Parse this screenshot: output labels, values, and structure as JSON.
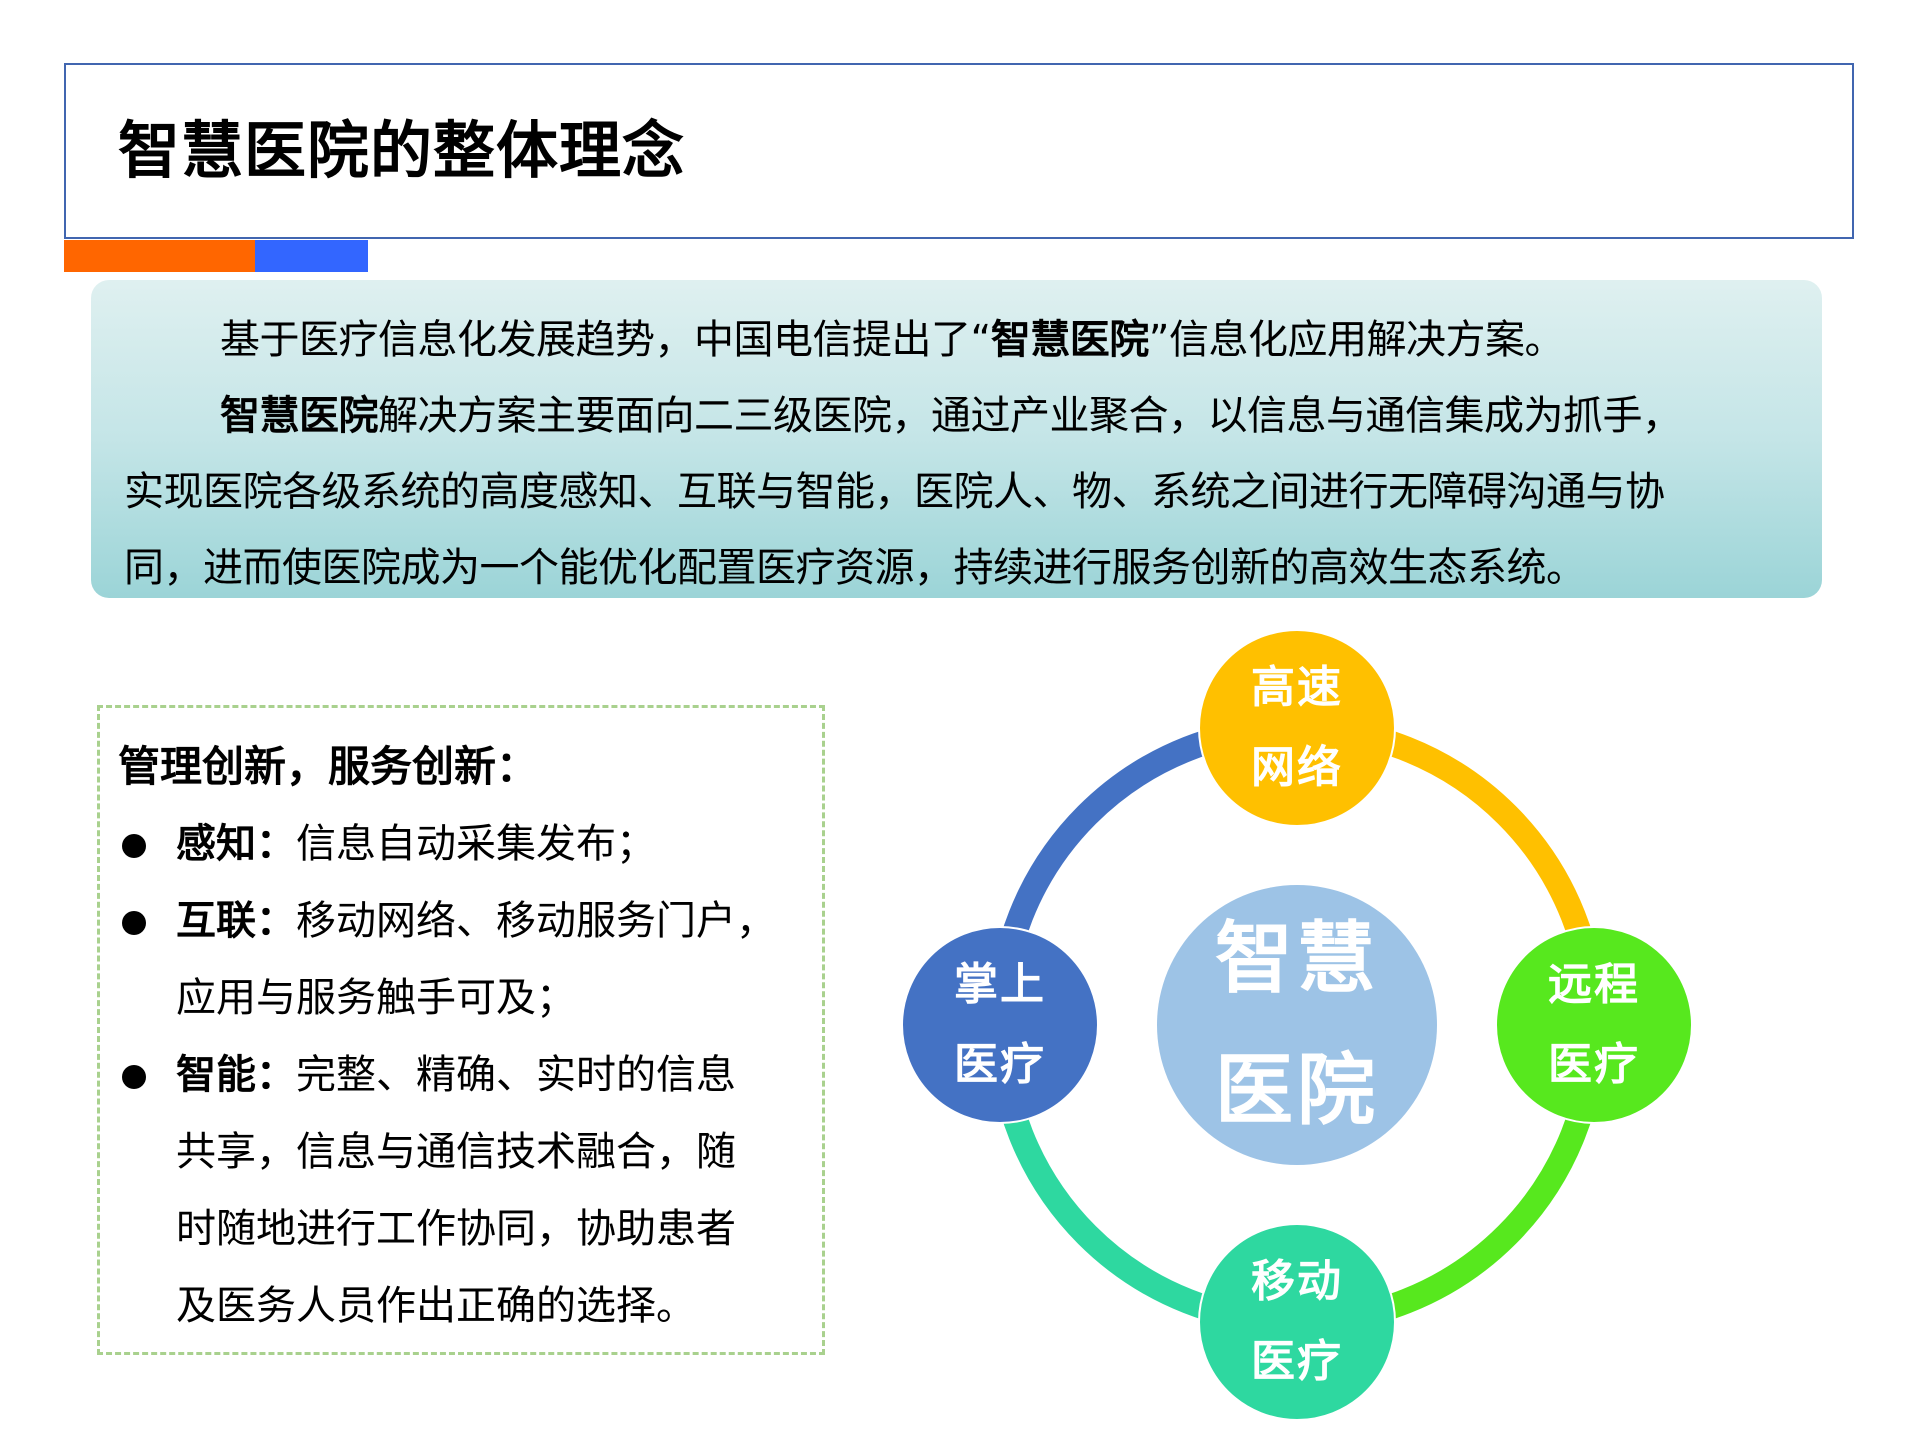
{
  "header": {
    "title": "智慧医院的整体理念",
    "accent_colors": {
      "orange": "#FF6600",
      "blue": "#3366FF",
      "border": "#4166B0"
    }
  },
  "intro": {
    "line1": {
      "before": "基于医疗信息化发展趋势，中国电信提出了“",
      "bold": "智慧医院",
      "after": "”信息化应用解决方案。"
    },
    "line2": {
      "bold": "智慧医院",
      "after": "解决方案主要面向二三级医院，通过产业聚合，以信息与通信集成为抓手，"
    },
    "line3": "实现医院各级系统的高度感知、互联与智能，医院人、物、系统之间进行无障碍沟通与协",
    "line4": "同，进而使医院成为一个能优化配置医疗资源，持续进行服务创新的高效生态系统。"
  },
  "innovation": {
    "heading": "管理创新，服务创新：",
    "items": [
      {
        "label": "感知：",
        "lines": [
          "信息自动采集发布；"
        ]
      },
      {
        "label": "互联：",
        "lines": [
          "移动网络、移动服务门户，",
          "应用与服务触手可及；"
        ]
      },
      {
        "label": "智能：",
        "lines": [
          "完整、精确、实时的信息",
          "共享，信息与通信技术融合，随",
          "时随地进行工作协同，协助患者",
          "及医务人员作出正确的选择。"
        ]
      }
    ]
  },
  "diagram": {
    "center": {
      "line1": "智慧",
      "line2": "医院",
      "color": "#9DC3E6"
    },
    "nodes": [
      {
        "position": "top",
        "line1": "高速",
        "line2": "网络",
        "color": "#FFC000"
      },
      {
        "position": "right",
        "line1": "远程",
        "line2": "医疗",
        "color": "#57E81E"
      },
      {
        "position": "bottom",
        "line1": "移动",
        "line2": "医疗",
        "color": "#2ED8A0"
      },
      {
        "position": "left",
        "line1": "掌上",
        "line2": "医疗",
        "color": "#4472C4"
      }
    ]
  }
}
